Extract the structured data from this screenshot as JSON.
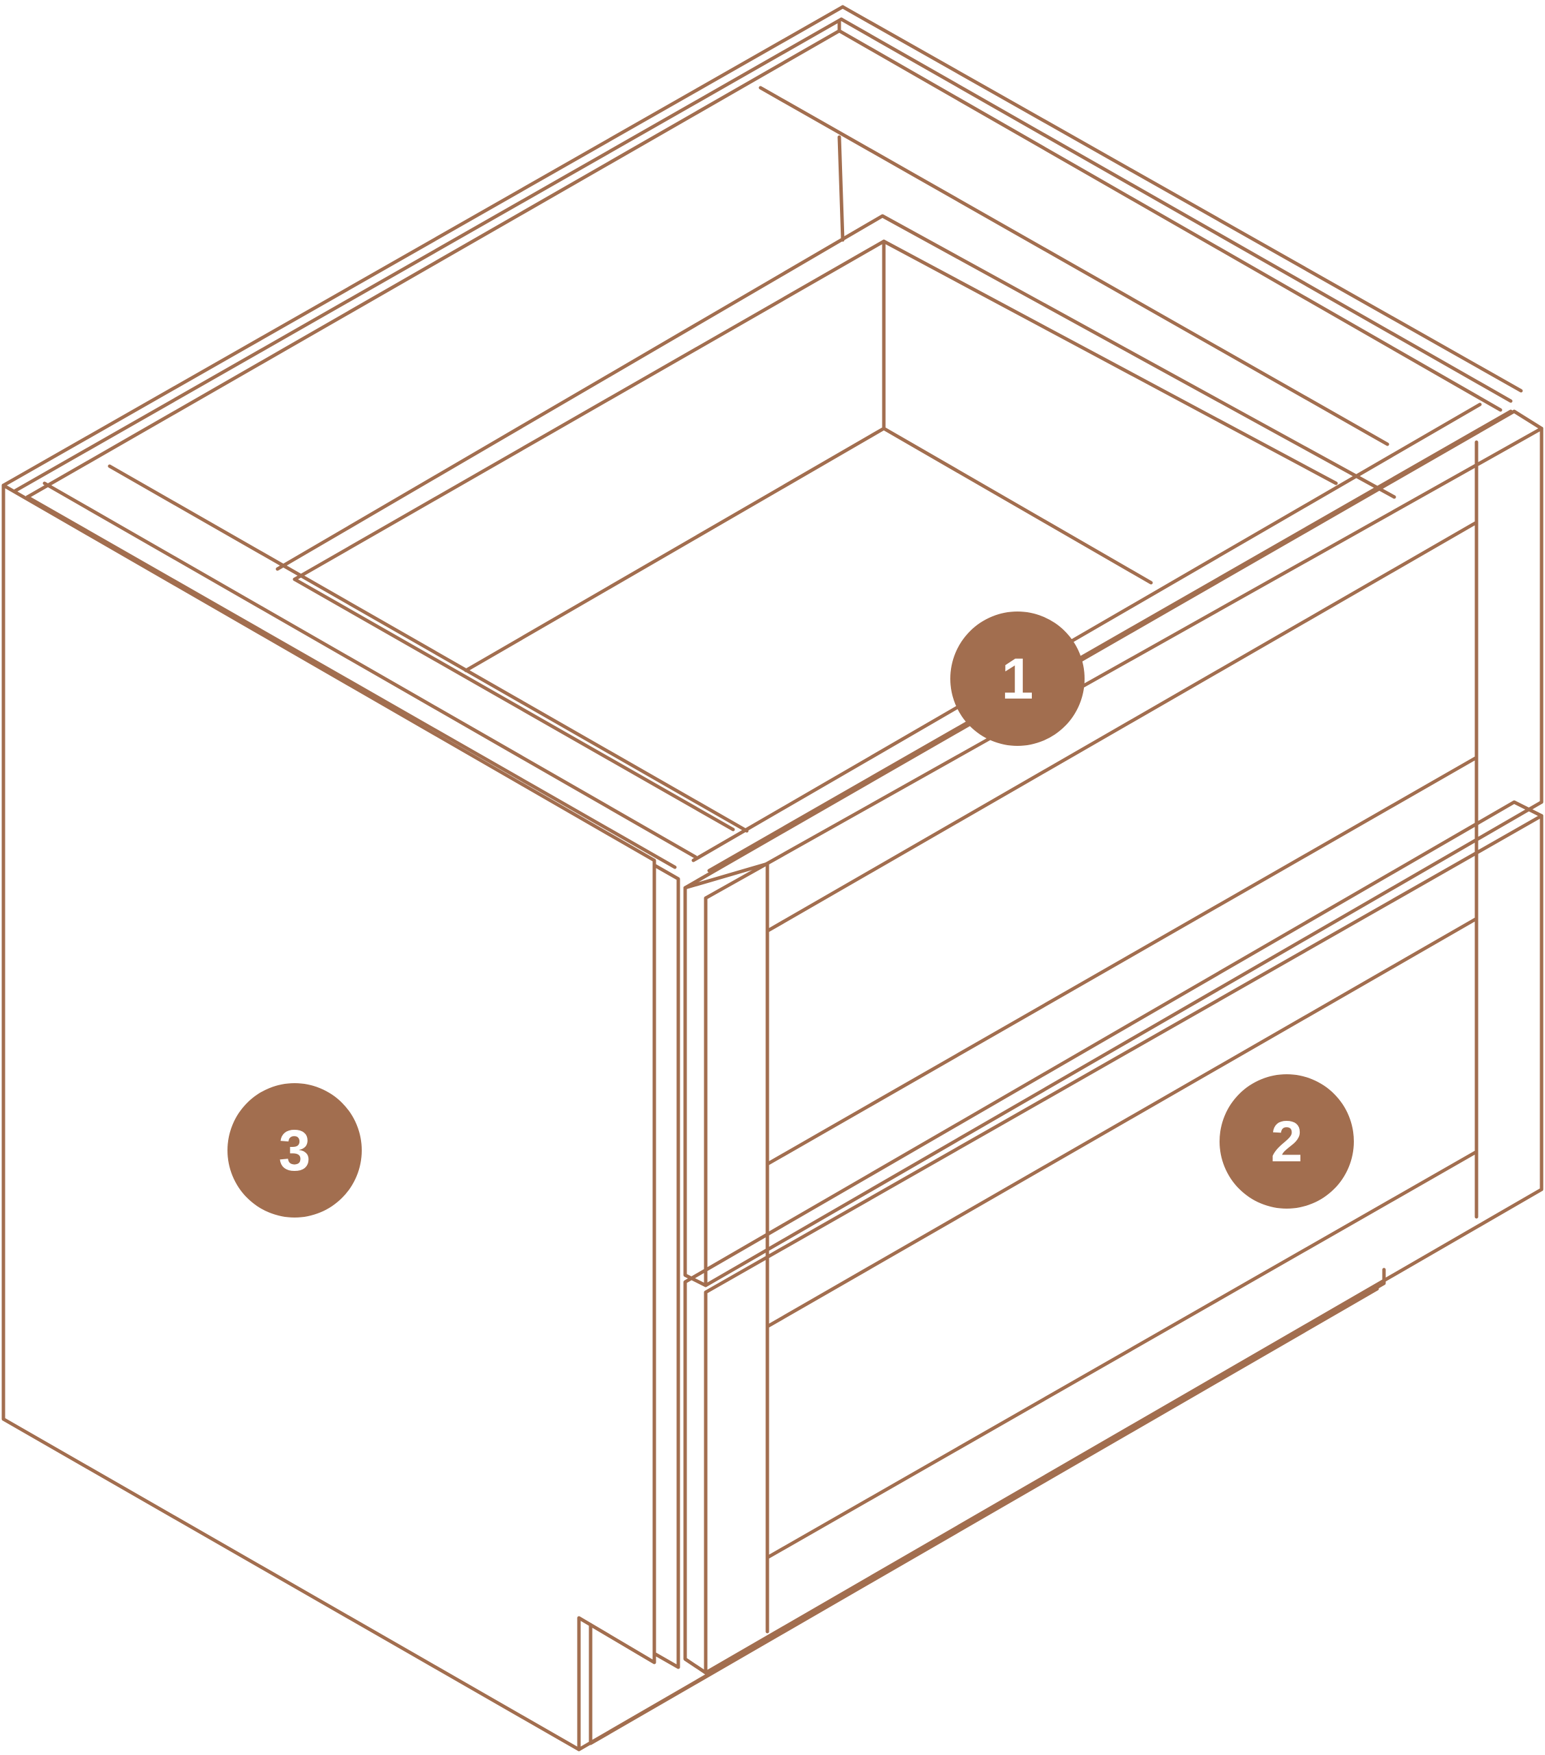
{
  "colors": {
    "line": "#a26e4f",
    "marker_fill": "#a26e4f",
    "marker_text": "#ffffff",
    "background": "#ffffff"
  },
  "callouts": [
    {
      "label": "1",
      "part": "top-drawer-front"
    },
    {
      "label": "2",
      "part": "bottom-drawer-front"
    },
    {
      "label": "3",
      "part": "cabinet-side-panel"
    }
  ]
}
